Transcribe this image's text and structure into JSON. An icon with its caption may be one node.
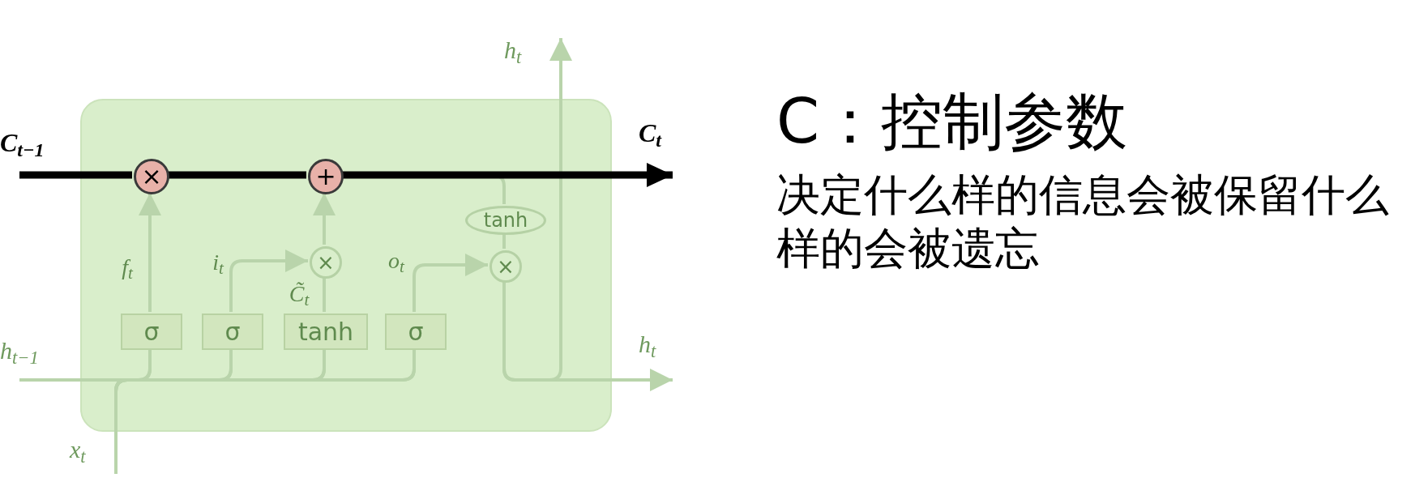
{
  "diagram": {
    "nodes": [
      {
        "text": [],
        "shape": "box"
      },
      {
        "text": [
          "C$_{t−1}$"
        ]
      },
      {
        "text": [
          "×"
        ],
        "in": 0
      },
      {
        "text": [
          "+"
        ],
        "in": 0
      },
      {
        "text": [
          "C$_{t}$"
        ]
      },
      {
        "text": [
          "σ"
        ],
        "in": 0
      },
      {
        "text": [
          "σ"
        ],
        "in": 0
      },
      {
        "text": [
          "tanh"
        ],
        "in": 0
      },
      {
        "text": [
          "σ"
        ],
        "in": 0
      },
      {
        "text": [
          "×"
        ],
        "in": 0
      },
      {
        "text": [
          "tanh"
        ],
        "in": 0
      },
      {
        "text": [
          "×"
        ],
        "in": 0
      },
      {
        "text": [
          "h$_{t−1}$"
        ]
      },
      {
        "text": [
          "x$_{t}$"
        ]
      },
      {
        "text": [
          "h$_{t}$"
        ]
      },
      {
        "text": [
          "h$_{t}$"
        ]
      }
    ],
    "edges": [
      {
        "from": 1,
        "to": 2,
        "arrow": "none",
        "style": "thick",
        "color": "#000000"
      },
      {
        "from": 2,
        "to": 3,
        "arrow": "none",
        "style": "thick",
        "color": "#000000"
      },
      {
        "from": 3,
        "to": 4,
        "arrow": "to",
        "style": "thick",
        "color": "#000000"
      },
      {
        "from": 5,
        "to": 2,
        "arrow": "to",
        "label": "f$_{t}$"
      },
      {
        "from": 6,
        "to": 9,
        "arrow": "to",
        "label": "i$_{t}$"
      },
      {
        "from": 7,
        "to": 9,
        "arrow": "none",
        "label": "C̃$_{t}$"
      },
      {
        "from": 9,
        "to": 3,
        "arrow": "to"
      },
      {
        "from": 8,
        "to": 11,
        "arrow": "to",
        "label": "o$_{t}$"
      },
      {
        "from": 3,
        "to": 10,
        "arrow": "none"
      },
      {
        "from": 10,
        "to": 11,
        "arrow": "none"
      },
      {
        "from": 11,
        "to": 14,
        "arrow": "to"
      },
      {
        "from": 11,
        "to": 15,
        "arrow": "to"
      },
      {
        "from": 12,
        "to": 5,
        "arrow": "none"
      },
      {
        "from": 12,
        "to": 6,
        "arrow": "none"
      },
      {
        "from": 12,
        "to": 7,
        "arrow": "none"
      },
      {
        "from": 12,
        "to": 8,
        "arrow": "none"
      },
      {
        "from": 13,
        "to": 5,
        "arrow": "none"
      },
      {
        "from": 13,
        "to": 6,
        "arrow": "none"
      },
      {
        "from": 13,
        "to": 7,
        "arrow": "none"
      },
      {
        "from": 13,
        "to": 8,
        "arrow": "none"
      }
    ],
    "labels": [
      "C：控制参数",
      "决定什么样的信息会被保留什么样的会被遗忘"
    ]
  }
}
